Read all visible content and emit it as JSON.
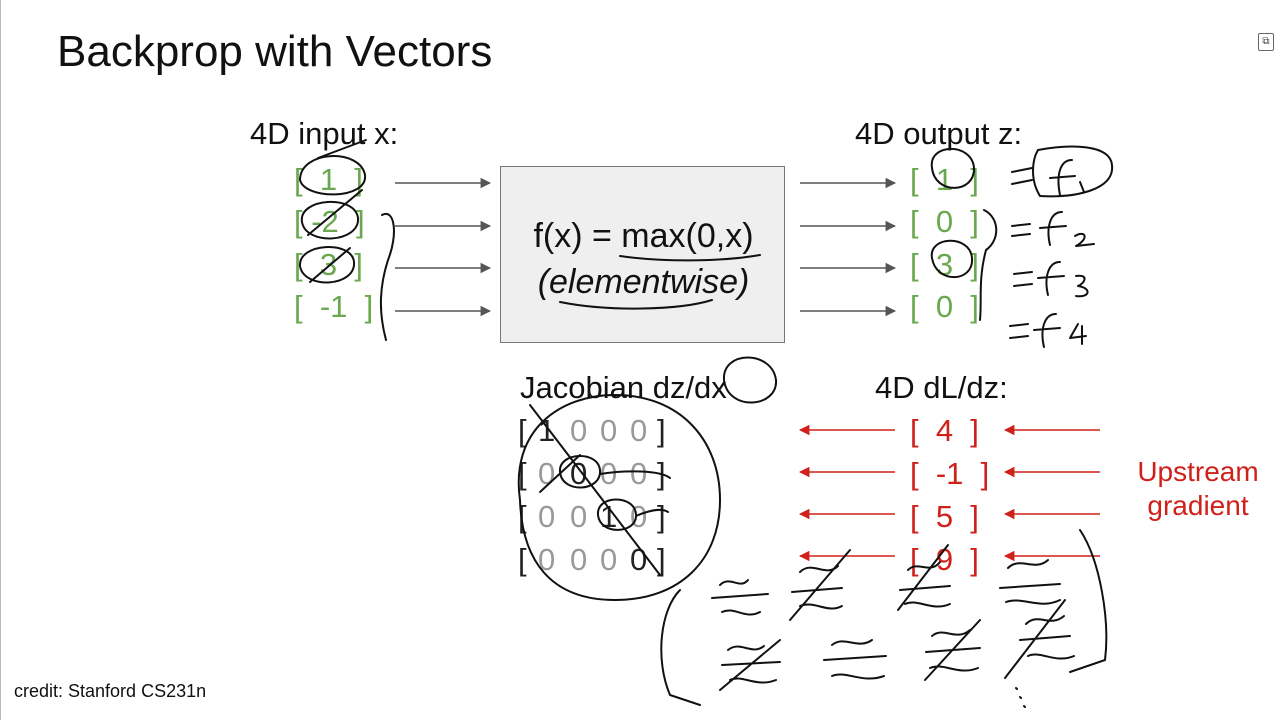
{
  "title": "Backprop with Vectors",
  "input": {
    "header": "4D input x:",
    "rows": [
      "[  1  ]",
      "[ -2  ]",
      "[  3  ]",
      "[  -1  ]"
    ]
  },
  "function_box": {
    "line1": "f(x) = max(0,x)",
    "line2": "(elementwise)"
  },
  "output": {
    "header": "4D output z:",
    "rows": [
      "[  1  ]",
      "[  0  ]",
      "[  3  ]",
      "[  0  ]"
    ]
  },
  "jacobian": {
    "header": "Jacobian dz/dx",
    "rows": [
      {
        "open": "[",
        "cells": [
          "1",
          "0",
          "0",
          "0"
        ],
        "close": "]"
      },
      {
        "open": "[",
        "cells": [
          "0",
          "0",
          "0",
          "0"
        ],
        "close": "]"
      },
      {
        "open": "[",
        "cells": [
          "0",
          "0",
          "1",
          "0"
        ],
        "close": "]"
      },
      {
        "open": "[",
        "cells": [
          "0",
          "0",
          "0",
          "0"
        ],
        "close": "]"
      }
    ]
  },
  "dldz": {
    "header": "4D dL/dz:",
    "rows": [
      "[  4  ]",
      "[  -1  ]",
      "[  5  ]",
      "[  9  ]"
    ]
  },
  "upstream": {
    "line1": "Upstream",
    "line2": "gradient"
  },
  "credit": "credit: Stanford CS231n",
  "colors": {
    "green": "#6aa84f",
    "red": "#d0201a",
    "box_fill": "#efefef",
    "ink": "#111111"
  },
  "icons": {
    "corner": "expand-icon"
  }
}
